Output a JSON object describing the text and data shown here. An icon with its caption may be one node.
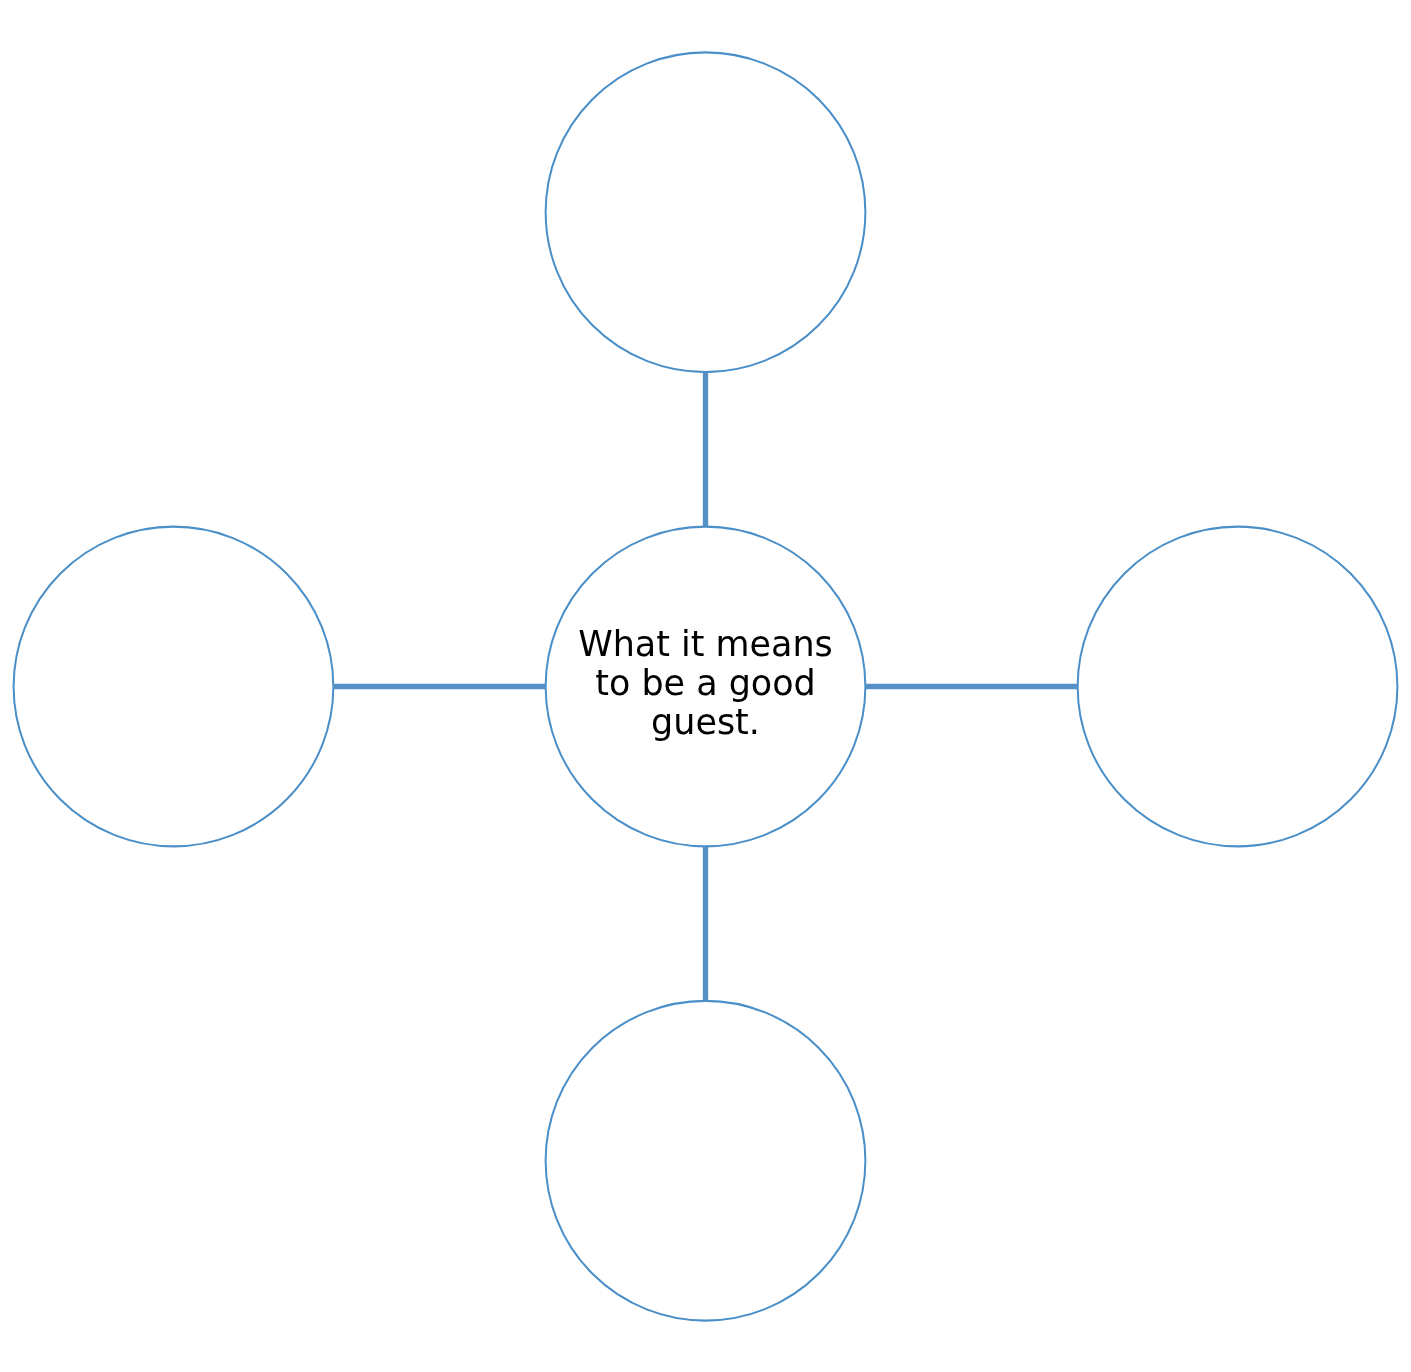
{
  "diagram": {
    "nodes": [
      {
        "text": [],
        "shape": "circle"
      },
      {
        "text": [],
        "shape": "circle"
      },
      {
        "text": [
          "What it means to be a good guest."
        ]
      },
      {
        "text": [],
        "shape": "circle"
      },
      {
        "text": [],
        "shape": "circle"
      }
    ],
    "edges": [
      {
        "from": 0,
        "to": 2,
        "arrow": "none"
      },
      {
        "from": 1,
        "to": 2,
        "arrow": "none"
      },
      {
        "from": 2,
        "to": 3,
        "arrow": "none"
      },
      {
        "from": 2,
        "to": 4,
        "arrow": "none"
      }
    ]
  }
}
